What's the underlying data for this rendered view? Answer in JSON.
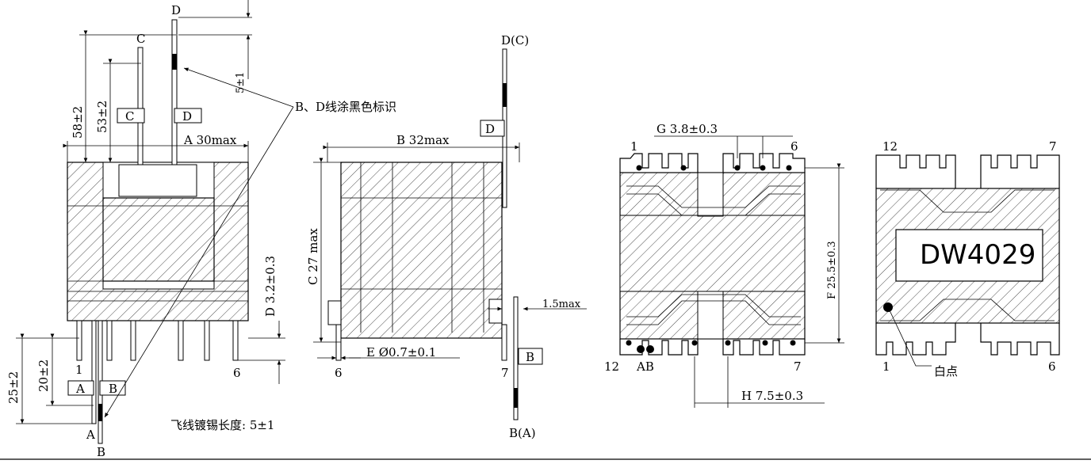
{
  "colors": {
    "ink": "#000000",
    "background": "#ffffff"
  },
  "view_front": {
    "lead_d": "D",
    "lead_c": "C",
    "tag_c": "C",
    "tag_d": "D",
    "dim_5": "5±1",
    "dim_58": "58±2",
    "dim_53": "53±2",
    "dim_a": "A 30max",
    "dim_d": "D 3.2±0.3",
    "dim_25": "25±2",
    "dim_20": "20±2",
    "pin_1": "1",
    "pin_6": "6",
    "tag_a": "A",
    "tag_b": "B",
    "lead_a": "A",
    "lead_b": "B",
    "note_black_mark": "B、D线涂黑色标识",
    "note_tin": "飞线镀锡长度: 5±1"
  },
  "view_side": {
    "dim_b": "B 32max",
    "dim_c": "C 27 max",
    "dim_e": "E Ø0.7±0.1",
    "dim_15": "1.5max",
    "lead_dc": "D(C)",
    "lead_ba": "B(A)",
    "tag_d": "D",
    "tag_b": "B",
    "pin_6": "6",
    "pin_7": "7"
  },
  "view_bottom": {
    "dim_g": "G 3.8±0.3",
    "dim_f": "F 25.5±0.3",
    "dim_h": "H 7.5±0.3",
    "pin_1": "1",
    "pin_6": "6",
    "pin_12": "12",
    "pin_7": "7",
    "lead_ab": "AB"
  },
  "view_top": {
    "label": "DW4029",
    "pin_12": "12",
    "pin_7": "7",
    "pin_1": "1",
    "pin_6": "6",
    "dot_note": "白点"
  }
}
